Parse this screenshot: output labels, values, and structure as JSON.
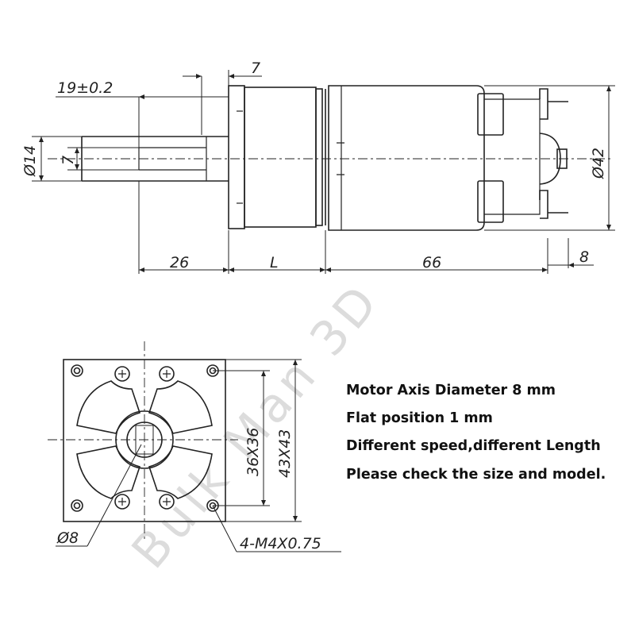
{
  "watermark": "Bulk Man 3D",
  "side_view": {
    "dim_7_top": "7",
    "dim_19": "19±0.2",
    "dim_d14": "Ø14",
    "dim_7_flat": "7",
    "dim_26": "26",
    "dim_L": "L",
    "dim_66": "66",
    "dim_8": "8",
    "dim_d42": "Ø42"
  },
  "front_view": {
    "dim_36": "36X36",
    "dim_43": "43X43",
    "dim_d8": "Ø8",
    "dim_screw": "4-M4X0.75"
  },
  "notes": [
    "Motor Axis Diameter 8 mm",
    "Flat position 1 mm",
    "Different speed,different Length",
    "Please check the size and model."
  ]
}
